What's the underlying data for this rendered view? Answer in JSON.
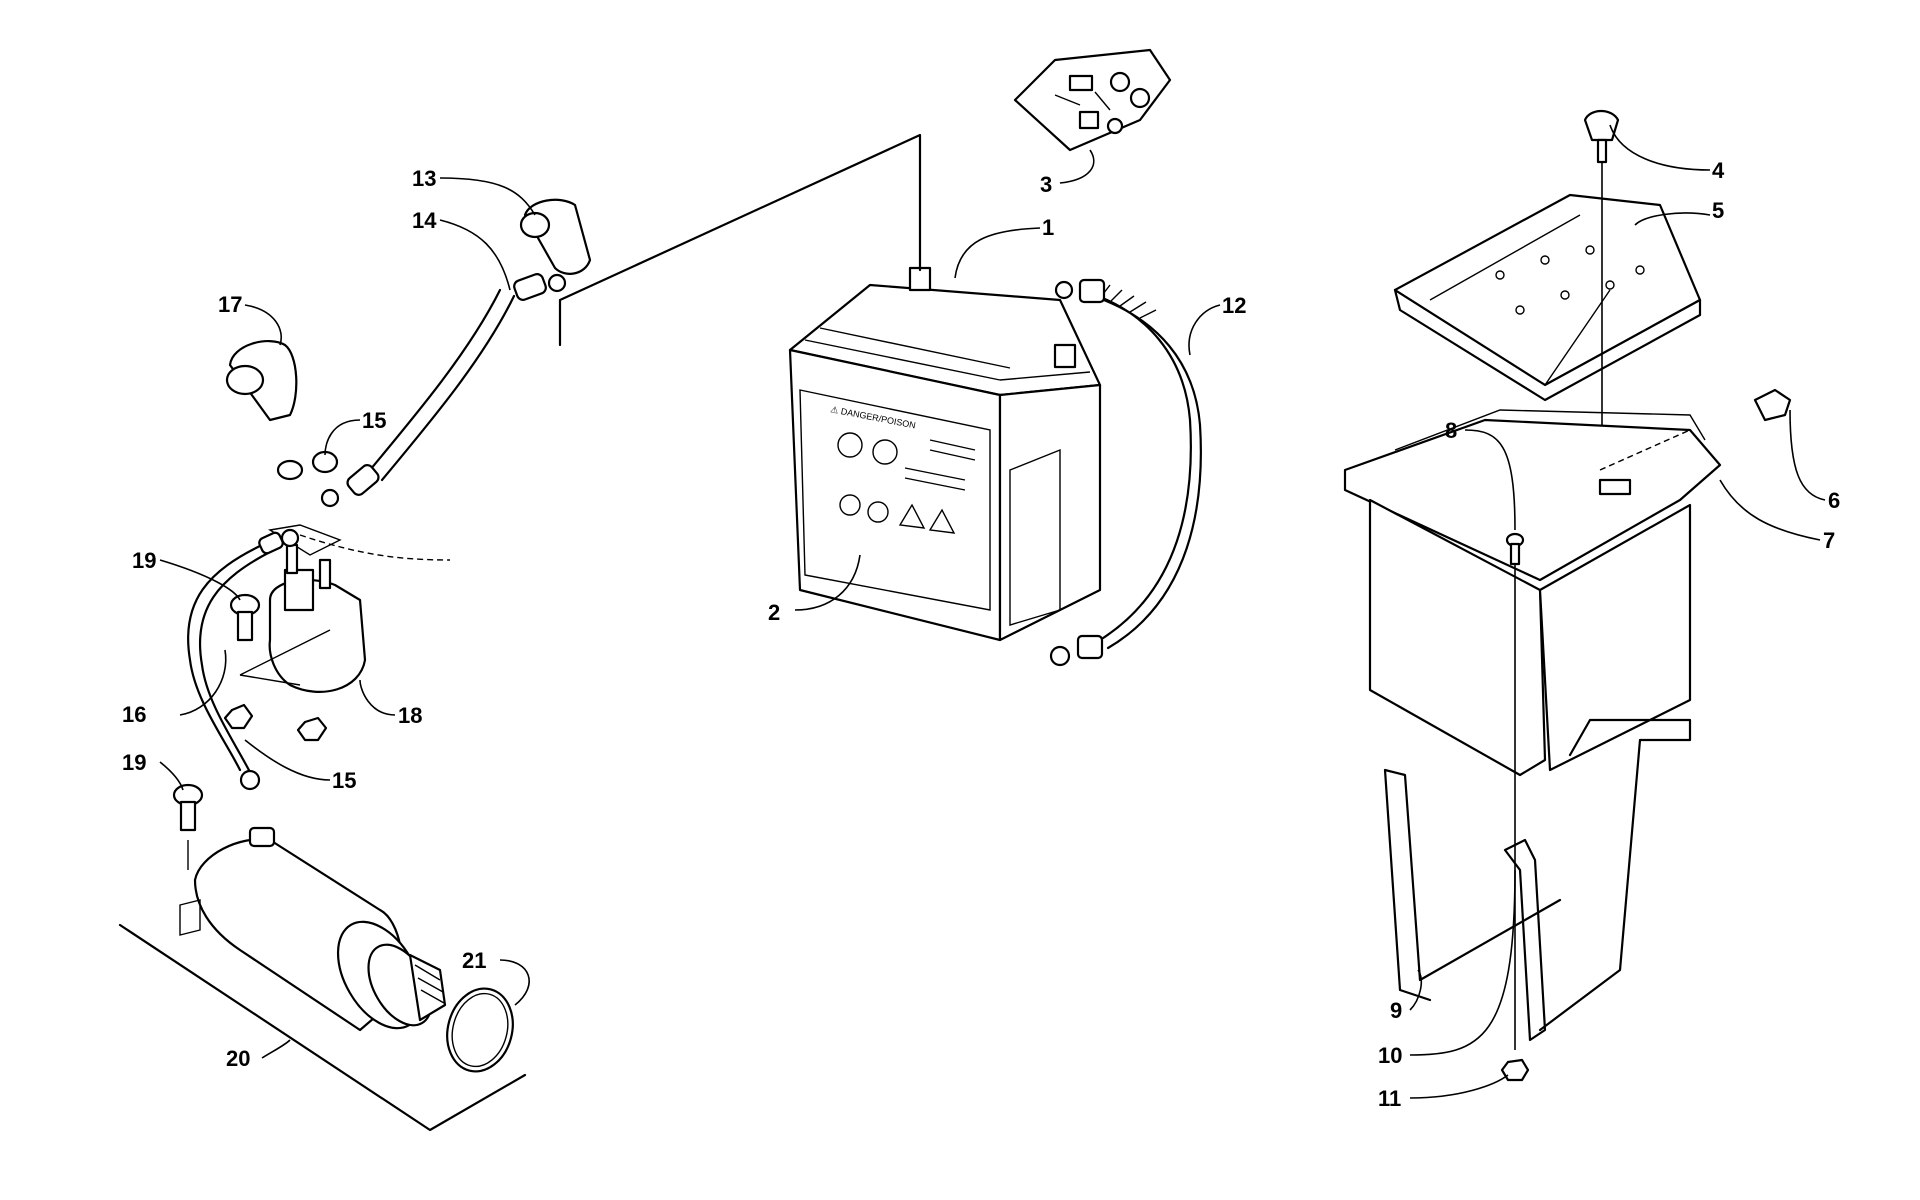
{
  "callouts": [
    {
      "id": "1",
      "label": "1"
    },
    {
      "id": "2",
      "label": "2"
    },
    {
      "id": "3",
      "label": "3"
    },
    {
      "id": "4",
      "label": "4"
    },
    {
      "id": "5",
      "label": "5"
    },
    {
      "id": "6",
      "label": "6"
    },
    {
      "id": "7",
      "label": "7"
    },
    {
      "id": "8",
      "label": "8"
    },
    {
      "id": "9",
      "label": "9"
    },
    {
      "id": "10",
      "label": "10"
    },
    {
      "id": "11",
      "label": "11"
    },
    {
      "id": "12",
      "label": "12"
    },
    {
      "id": "13",
      "label": "13"
    },
    {
      "id": "14",
      "label": "14"
    },
    {
      "id": "15a",
      "label": "15"
    },
    {
      "id": "15b",
      "label": "15"
    },
    {
      "id": "16",
      "label": "16"
    },
    {
      "id": "17",
      "label": "17"
    },
    {
      "id": "18",
      "label": "18"
    },
    {
      "id": "19a",
      "label": "19"
    },
    {
      "id": "19b",
      "label": "19"
    },
    {
      "id": "20",
      "label": "20"
    },
    {
      "id": "21",
      "label": "21"
    }
  ],
  "battery_label": {
    "warning_title": "⚠ DANGER/POISON"
  }
}
